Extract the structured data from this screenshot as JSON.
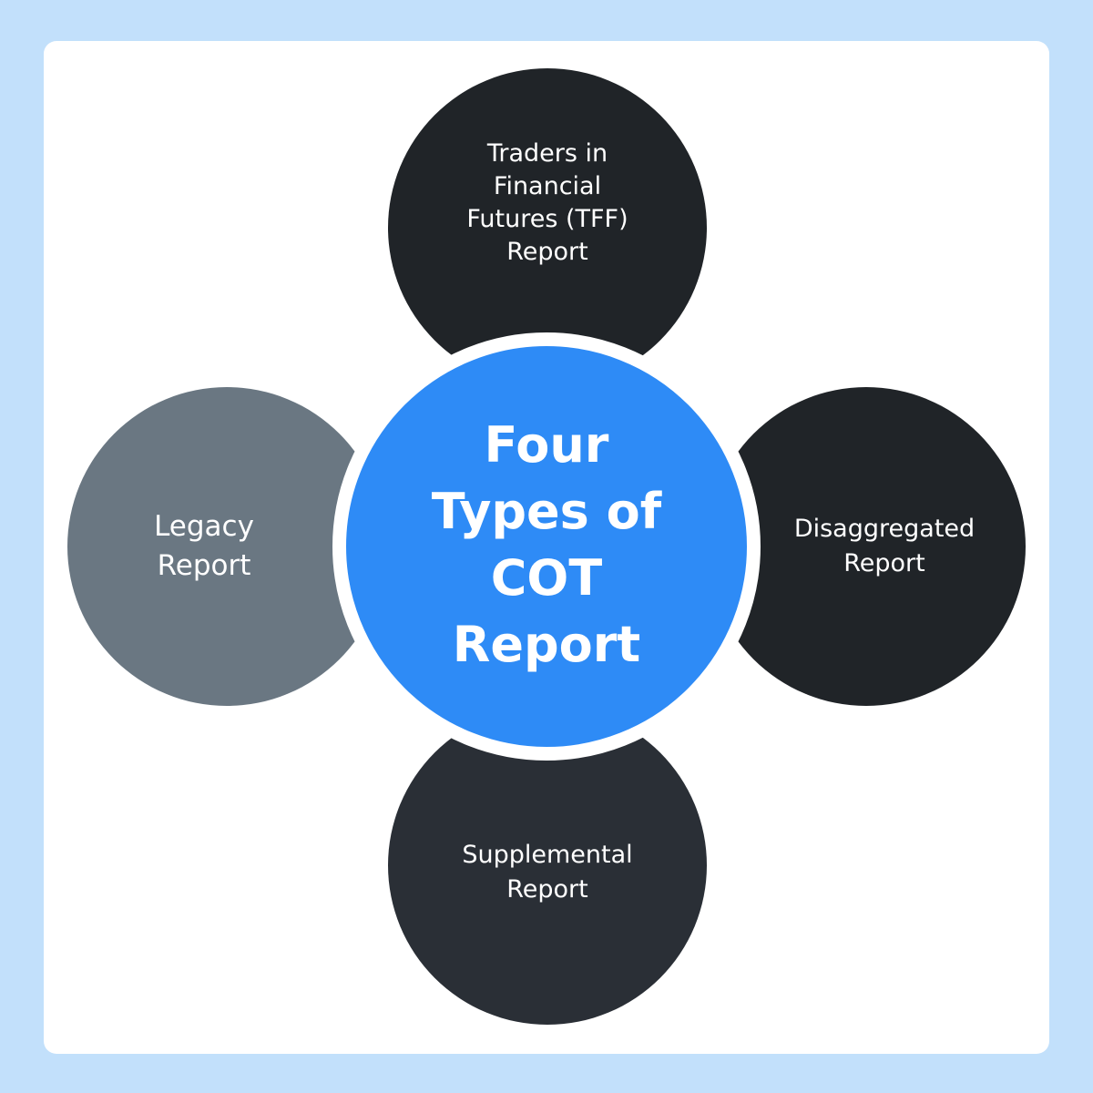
{
  "diagram": {
    "center": {
      "label": "Four\nTypes of\nCOT\nReport"
    },
    "nodes": [
      {
        "id": "tff",
        "label": "Traders in\nFinancial\nFutures (TFF)\nReport",
        "color": "#202428"
      },
      {
        "id": "legacy",
        "label": "Legacy\nReport",
        "color": "#6a7782"
      },
      {
        "id": "disaggregated",
        "label": "Disaggregated\nReport",
        "color": "#202428"
      },
      {
        "id": "supplemental",
        "label": "Supplemental\nReport",
        "color": "#2a2f36"
      }
    ],
    "colors": {
      "background": "#c2e0fb",
      "panel": "#ffffff",
      "center": "#2e8bf6"
    }
  }
}
